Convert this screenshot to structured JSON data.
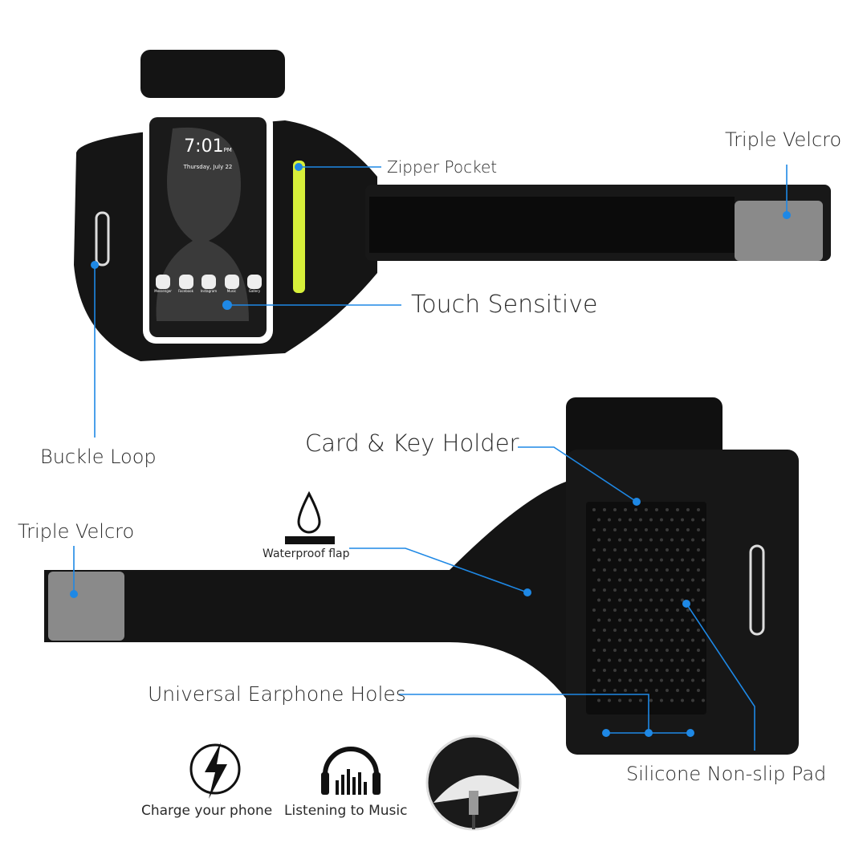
{
  "colors": {
    "accent": "#1e88e5",
    "band": "#141414",
    "zipper": "#d7f03a",
    "velcro_patch": "#8a8a8a"
  },
  "phone": {
    "time": "7:01",
    "ampm": "PM",
    "date": "Thursday, July 22",
    "apps": [
      "Messenger",
      "Facebook",
      "Instagram",
      "Music",
      "Gallery"
    ]
  },
  "labels": {
    "triple_velcro_top": "Triple Velcro",
    "zipper_pocket": "Zipper Pocket",
    "touch_sensitive": "Touch Sensitive",
    "buckle_loop": "Buckle Loop",
    "card_key_holder": "Card & Key Holder",
    "waterproof_flap": "Waterproof flap",
    "triple_velcro_bottom": "Triple Velcro",
    "earphone_holes": "Universal Earphone Holes",
    "silicone_pad": "Silicone Non-slip Pad"
  },
  "features": [
    {
      "icon": "lightning-icon",
      "label": "Charge your phone"
    },
    {
      "icon": "headphones-icon",
      "label": "Listening to Music"
    },
    {
      "icon": "charging-cable-icon",
      "label": ""
    }
  ]
}
